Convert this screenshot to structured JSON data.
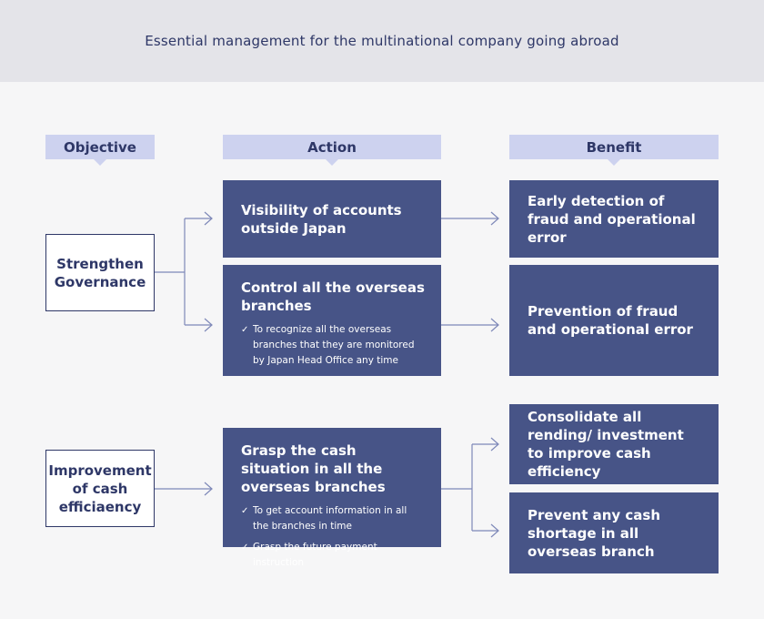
{
  "banner": {
    "title": "Essential management for the multinational company going abroad"
  },
  "headers": {
    "objective": "Objective",
    "action": "Action",
    "benefit": "Benefit"
  },
  "objectives": [
    {
      "label": "Strengthen Governance"
    },
    {
      "label": "Improvement of cash efficiaency"
    }
  ],
  "actions": [
    {
      "title": "Visibility of accounts outside Japan",
      "bullets": []
    },
    {
      "title": "Control all the overseas branches",
      "bullets": [
        "To recognize all the overseas branches that they are monitored by Japan Head Office any time"
      ]
    },
    {
      "title": "Grasp the cash situation in all the overseas branches",
      "bullets": [
        "To get account information in all the branches in time",
        "Grasp the future payment instruction"
      ]
    }
  ],
  "benefits": [
    {
      "title": "Early detection of fraud and operational error"
    },
    {
      "title": "Prevention of fraud and operational error"
    },
    {
      "title": "Consolidate all rending/ investment to improve cash efficiency"
    },
    {
      "title": "Prevent any cash shortage in all overseas branch"
    }
  ],
  "colors": {
    "banner_bg": "#e4e4e9",
    "header_bg": "#cdd2ef",
    "box_bg": "#475487",
    "text_dark": "#2e3767",
    "connector": "#7e88b8"
  },
  "icons": {
    "bullet": "check-icon",
    "connector": "arrow-right-icon"
  }
}
